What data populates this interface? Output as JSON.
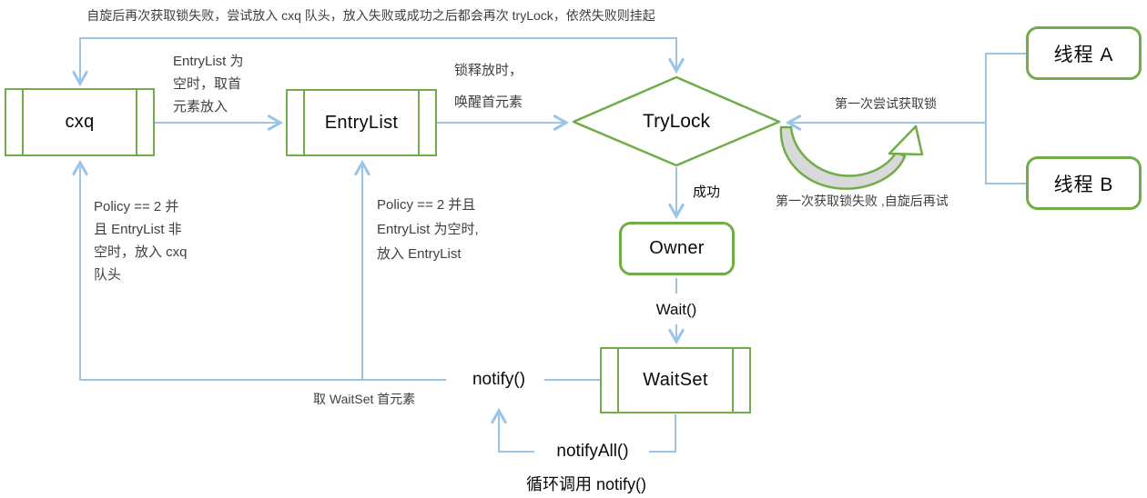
{
  "diagram": {
    "top_note": "自旋后再次获取锁失败，尝试放入 cxq 队头，放入失败或成功之后都会再次 tryLock，依然失败则挂起",
    "nodes": {
      "cxq": "cxq",
      "entry_list": "EntryList",
      "try_lock": "TryLock",
      "owner": "Owner",
      "wait_set": "WaitSet",
      "thread_a": "线程 A",
      "thread_b": "线程 B"
    },
    "labels": {
      "entrylist_empty_take": "EntryList 为\n空时，取首\n元素放入",
      "lock_release": "锁释放时，\n唤醒首元素",
      "first_try": "第一次尝试获取锁",
      "spin_retry": "第一次获取锁失败 ,自旋后再试",
      "success": "成功",
      "policy_cxq": "Policy == 2 并\n且 EntryList 非\n空时，放入 cxq\n队头",
      "policy_entrylist": "Policy == 2 并且\nEntryList 为空时,\n放入 EntryList",
      "wait": "Wait()",
      "notify": "notify()",
      "notify_all": "notifyAll()",
      "take_waitset_first": "取 WaitSet 首元素",
      "loop_notify": "循环调用 notify()"
    },
    "colors": {
      "node-border": "#70AD47",
      "connector": "#9CC3E8",
      "swoosh-fill": "#D9D9D9",
      "text-primary": "#0A0A0A",
      "text-annotation": "#3F3F3F"
    }
  }
}
